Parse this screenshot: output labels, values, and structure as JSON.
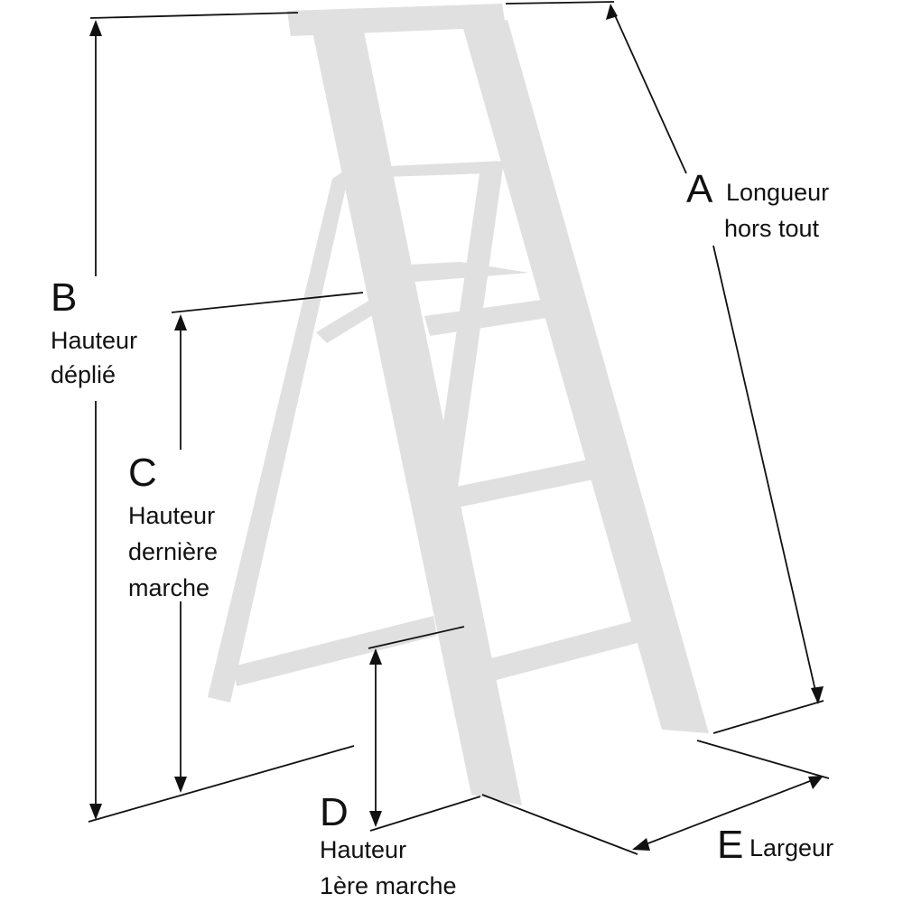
{
  "colors": {
    "ladder": "#e0e0e0",
    "lines": "#111111",
    "background": "#ffffff"
  },
  "dimensions": {
    "A": {
      "letter": "A",
      "line1": "Longueur",
      "line2": "hors tout"
    },
    "B": {
      "letter": "B",
      "line1": "Hauteur",
      "line2": "déplié"
    },
    "C": {
      "letter": "C",
      "line1": "Hauteur",
      "line2": "dernière",
      "line3": "marche"
    },
    "D": {
      "letter": "D",
      "line1": "Hauteur",
      "line2": "1ère marche"
    },
    "E": {
      "letter": "E",
      "line1": "Largeur"
    }
  }
}
